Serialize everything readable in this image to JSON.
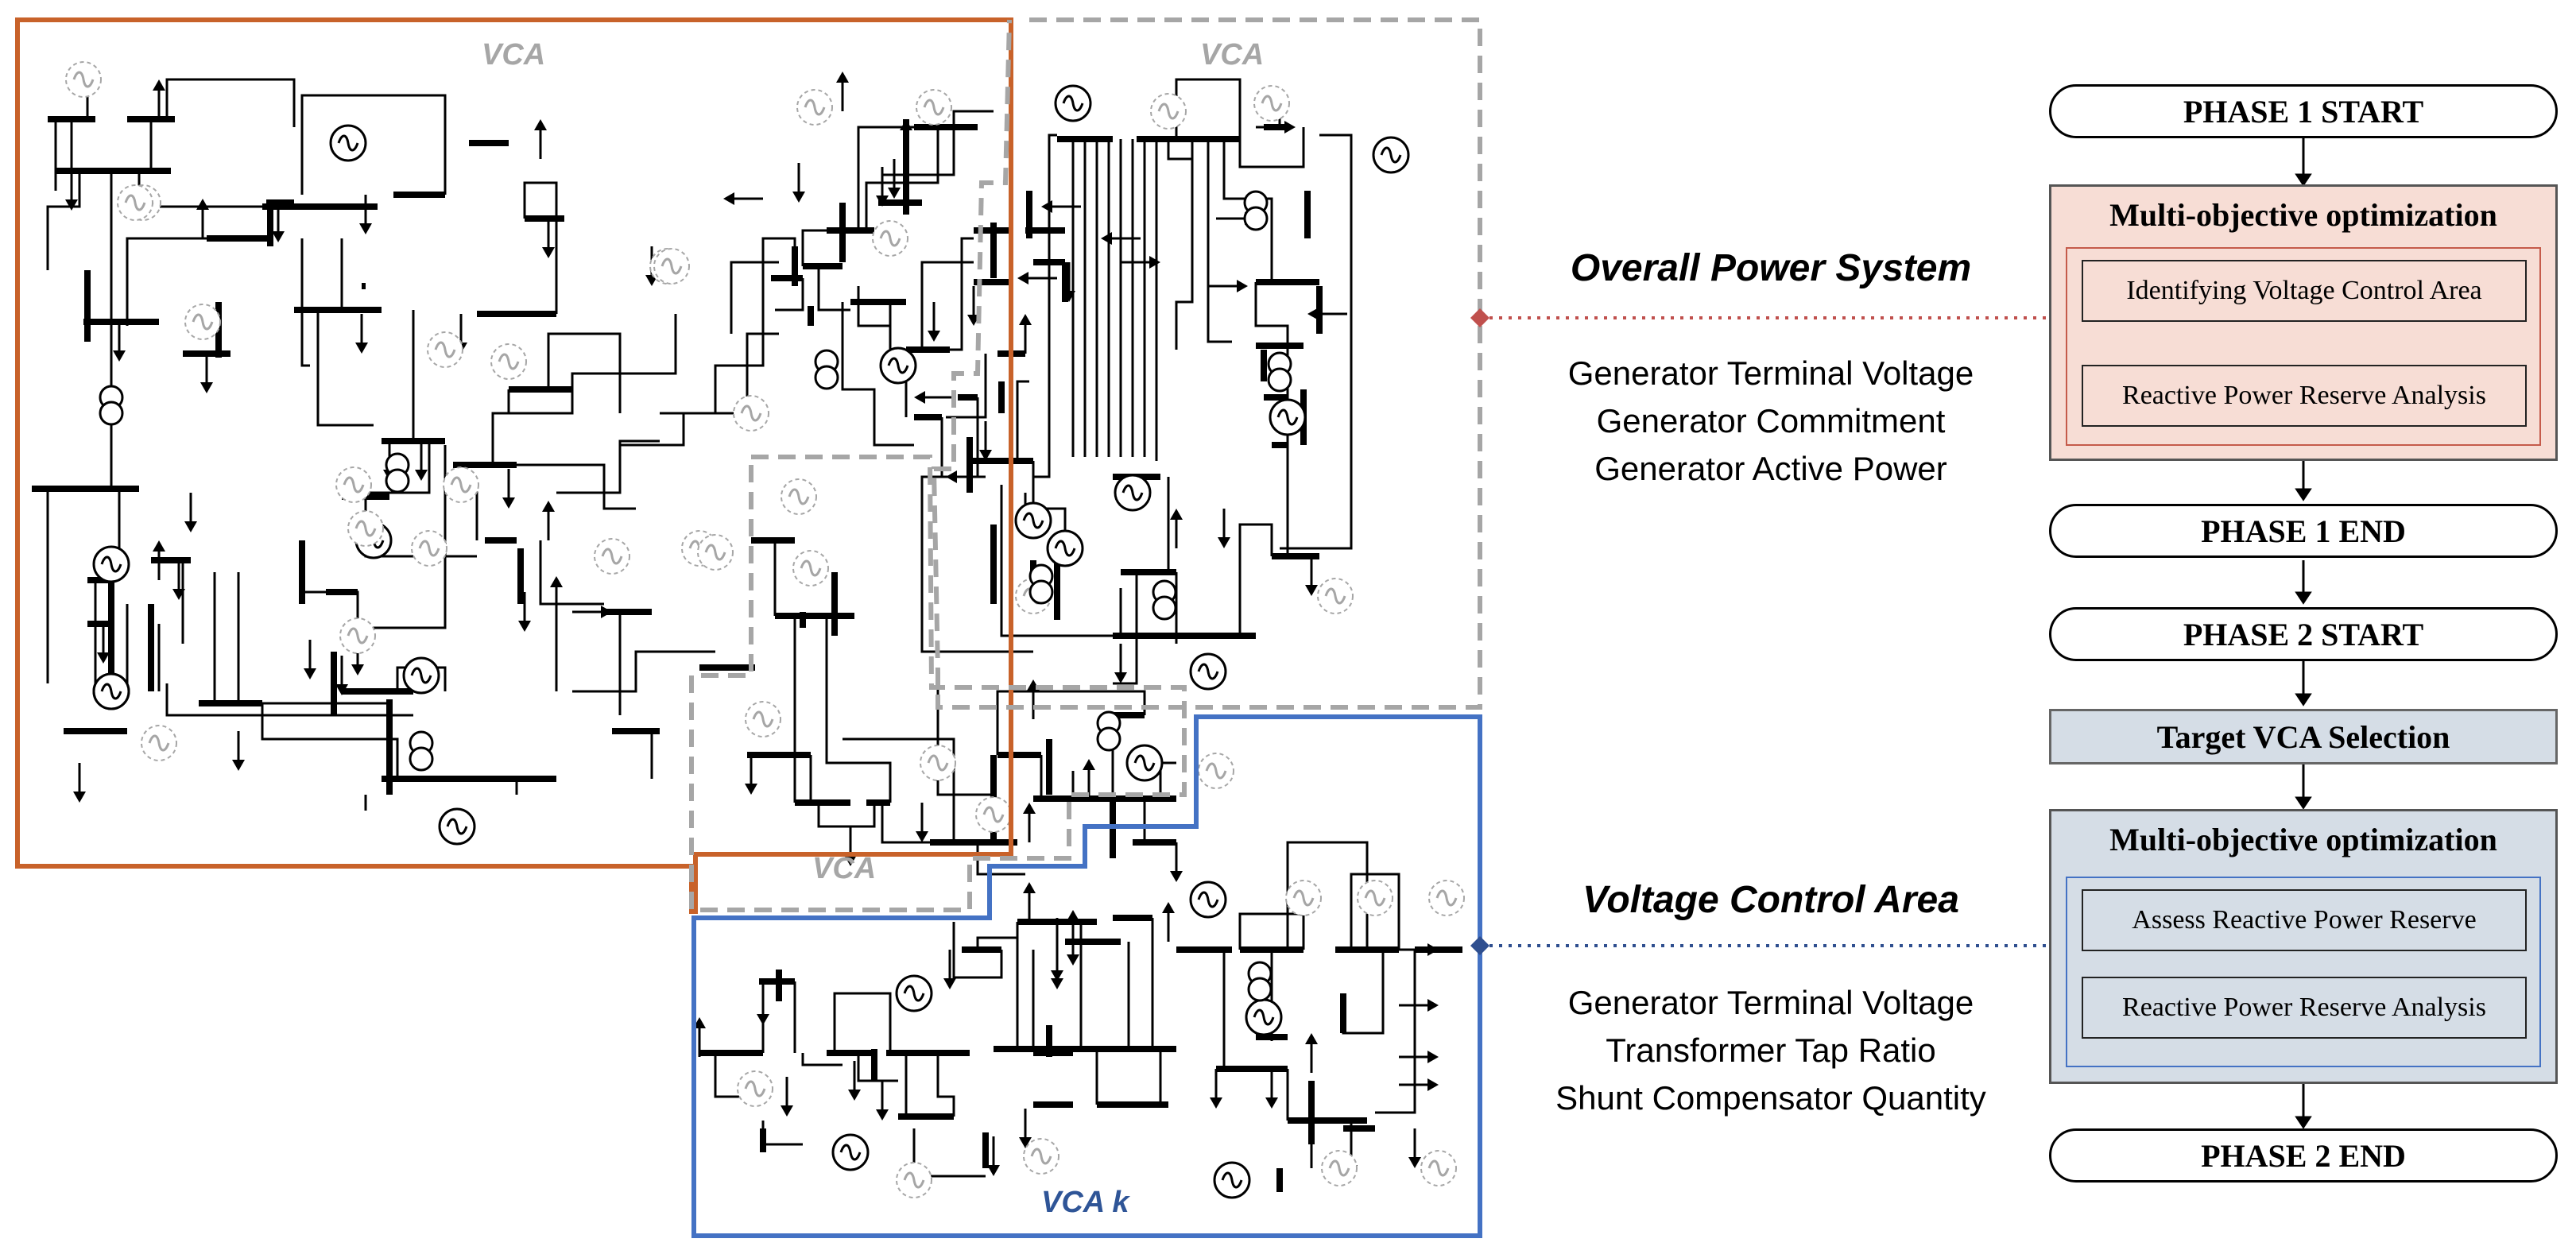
{
  "diagram": {
    "vca_labels": [
      "VCA",
      "VCA",
      "VCA",
      "VCA k"
    ],
    "connections": {
      "overall_title": "Overall Power System",
      "overall_items": [
        "Generator Terminal Voltage",
        "Generator Commitment",
        "Generator Active Power"
      ],
      "vca_title": "Voltage Control Area",
      "vca_items": [
        "Generator Terminal Voltage",
        "Transformer Tap Ratio",
        "Shunt Compensator Quantity"
      ]
    },
    "flowchart": {
      "phase1_start": "PHASE 1 START",
      "phase1_box_title": "Multi-objective optimization",
      "phase1_step1": "Identifying Voltage Control Area",
      "phase1_step2": "Reactive Power Reserve Analysis",
      "phase1_end": "PHASE 1 END",
      "phase2_start": "PHASE 2 START",
      "target_selection": "Target VCA Selection",
      "phase2_box_title": "Multi-objective optimization",
      "phase2_step1": "Assess Reactive Power Reserve",
      "phase2_step2": "Reactive Power Reserve Analysis",
      "phase2_end": "PHASE 2 END"
    },
    "colors": {
      "orange": "#c8622a",
      "gray_dash": "#a6a6a6",
      "blue": "#4472c4",
      "blue_label": "#2f5597",
      "phase1_fill": "#f7ddd5",
      "phase1_border": "#c55a4a",
      "phase2_fill": "#d5dde6",
      "phase2_border": "#4472c4",
      "dotted_red": "#c0504d",
      "dotted_blue": "#2f4f8f"
    }
  }
}
